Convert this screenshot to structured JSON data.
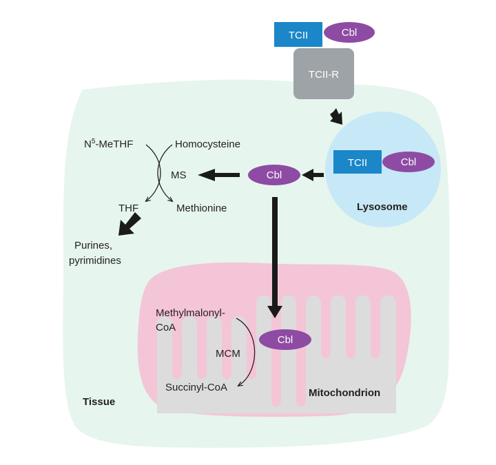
{
  "outside": {
    "tcii_label": "TCII",
    "cbl_label": "Cbl",
    "receptor_label": "TCII-R"
  },
  "lysosome": {
    "title": "Lysosome",
    "tcii_label": "TCII",
    "cbl_label": "Cbl"
  },
  "cytoplasm": {
    "cbl_label": "Cbl",
    "methyl_thf_base": "N",
    "methyl_thf_superscript": "5",
    "methyl_thf_rest": "-MeTHF",
    "homocysteine": "Homocysteine",
    "enzyme": "MS",
    "thf": "THF",
    "methionine": "Methionine",
    "products_line1": "Purines,",
    "products_line2": "pyrimidines"
  },
  "mitochondrion": {
    "title": "Mitochondrion",
    "cbl_label": "Cbl",
    "substrate_line1": "Methylmalonyl-",
    "substrate_line2": "CoA",
    "enzyme": "MCM",
    "product": "Succinyl-CoA"
  },
  "tissue_label": "Tissue",
  "colors": {
    "tissue_bg": "#e6f5ee",
    "lysosome": "#c7e8f7",
    "mito_outer": "#f4c5d7",
    "mito_inner": "#dcdcdc",
    "tcii": "#1b86c8",
    "cbl": "#8e4ba3",
    "receptor": "#9ea3a8",
    "arrow": "#1a1a1a"
  }
}
